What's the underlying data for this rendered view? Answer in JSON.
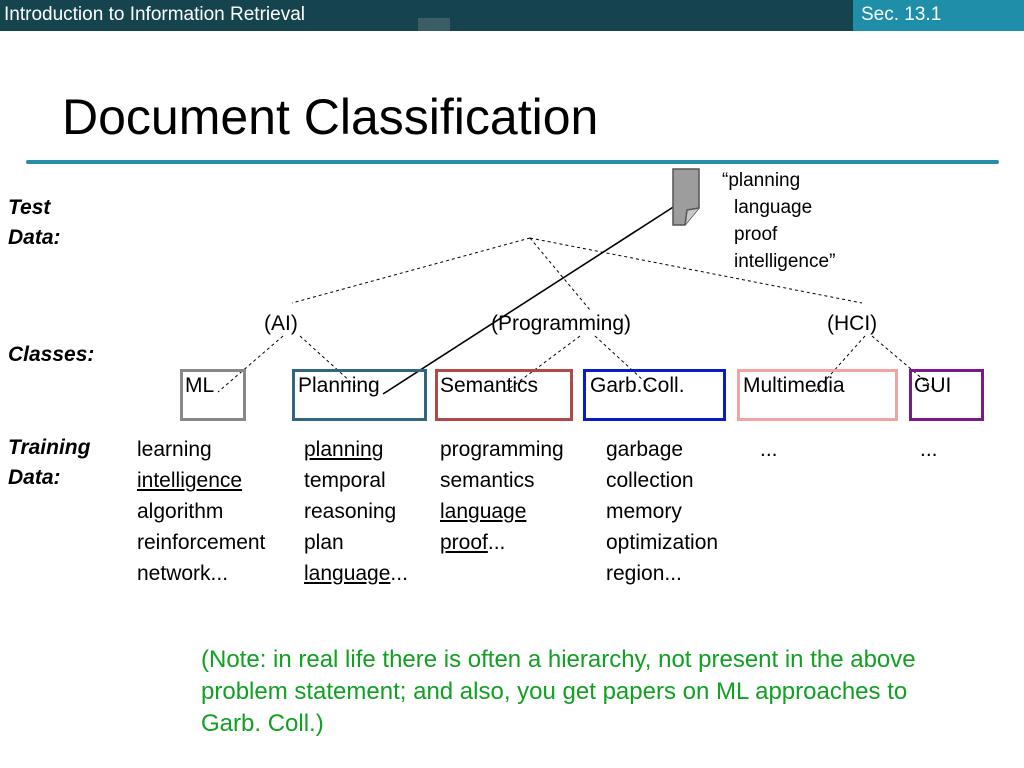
{
  "header": {
    "course": "Introduction to Information Retrieval",
    "section": "Sec. 13.1"
  },
  "title": "Document Classification",
  "test_doc": {
    "lines": [
      "“planning",
      "language",
      "proof",
      "intelligence”"
    ]
  },
  "labels": {
    "test_data": [
      "Test",
      "Data:"
    ],
    "classes": "Classes:",
    "training_data": [
      "Training",
      "Data:"
    ]
  },
  "top_classes": [
    "(AI)",
    "(Programming)",
    "(HCI)"
  ],
  "classes": [
    {
      "label": "ML",
      "border": "#888888"
    },
    {
      "label": "Planning",
      "border": "#336680"
    },
    {
      "label": "Semantics",
      "border": "#b04a48"
    },
    {
      "label": "Garb.Coll.",
      "border": "#0a1cc8"
    },
    {
      "label": "Multimedia",
      "border": "#f3a4a2"
    },
    {
      "label": "GUI",
      "border": "#7a1a8a"
    }
  ],
  "training": {
    "ml": [
      "learning",
      "intelligence",
      "algorithm",
      "reinforcement",
      "network..."
    ],
    "planning": [
      "planning",
      "temporal",
      "reasoning",
      "plan",
      "language",
      "..."
    ],
    "semantics": [
      "programming",
      "semantics",
      "language",
      "proof",
      "..."
    ],
    "garbcoll": [
      "garbage",
      "collection",
      "memory",
      "optimization",
      "region..."
    ],
    "multimedia": "...",
    "gui": "..."
  },
  "note": "(Note: in real life there is often a hierarchy, not present in the above problem statement; and also, you get papers on ML approaches to Garb. Coll.)"
}
